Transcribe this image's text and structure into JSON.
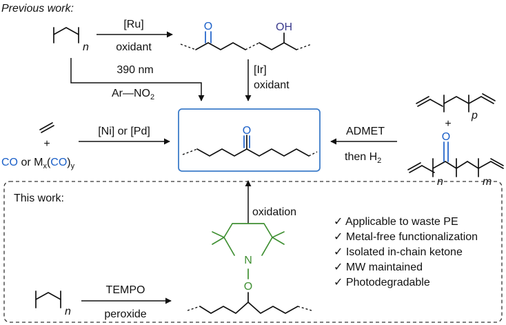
{
  "previous_work_heading": "Previous work:",
  "this_work_heading": "This work:",
  "atoms": {
    "oxygen": "O",
    "hydroxyl": "OH",
    "nitrogen": "N",
    "polymer_index_n": "n",
    "diene_index_p": "p",
    "index_m": "m"
  },
  "reagents": {
    "ru_catalyst": "[Ru]",
    "oxidant": "oxidant",
    "light_390": "390 nm",
    "nitroarene": "Ar—NO",
    "nitroarene_sub": "2",
    "ir_catalyst": "[Ir]",
    "ni_pd_catalyst": "[Ni] or [Pd]",
    "admet": "ADMET",
    "then_h2": "then H",
    "then_h2_sub": "2",
    "tempo": "TEMPO",
    "peroxide": "peroxide",
    "oxidation": "oxidation",
    "plus": "+"
  },
  "co_source": {
    "co": "CO",
    "or_m": " or M",
    "sub_x": "x",
    "open_paren": "(",
    "co_inner": "CO",
    "close_paren": ")",
    "sub_y": "y"
  },
  "advantages": [
    "✓  Applicable to waste PE",
    "✓  Metal-free functionalization",
    "✓  Isolated in-chain ketone",
    "✓  MW maintained",
    "✓  Photodegradable"
  ],
  "colors": {
    "carbonyl": "#1a5fc8",
    "hydroxyl": "#3a3a8c",
    "tempo_ring": "#3f8f32",
    "product_box": "#3c7cc9",
    "ink": "#111111"
  }
}
